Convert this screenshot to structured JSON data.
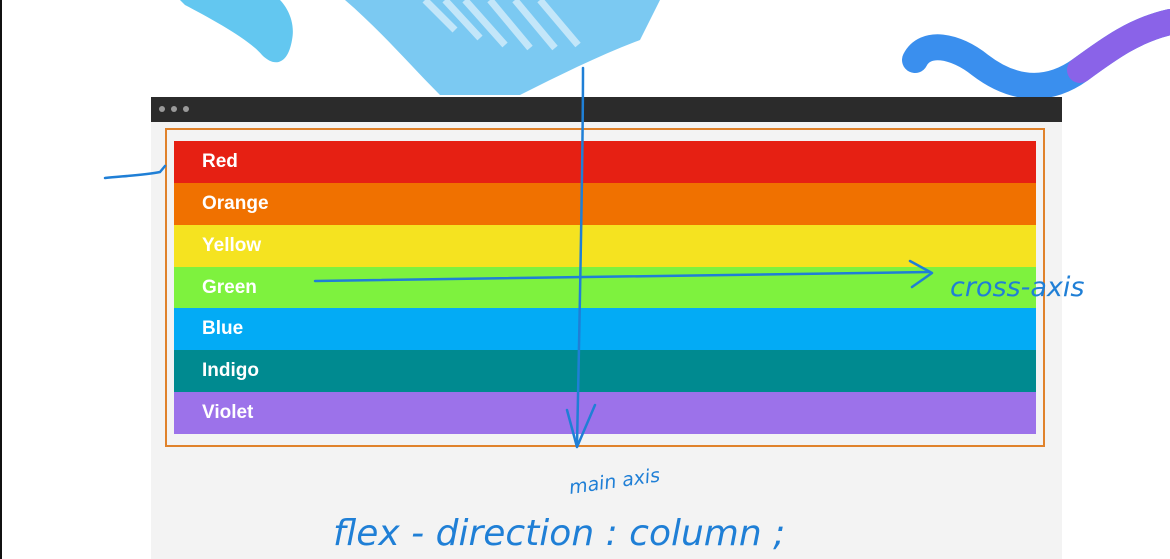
{
  "window": {
    "dots": [
      "dot",
      "dot",
      "dot"
    ]
  },
  "colors": {
    "accent_ink": "#1f7fd6",
    "container_border": "#e0822b"
  },
  "bands": [
    {
      "label": "Red",
      "color": "#e62013"
    },
    {
      "label": "Orange",
      "color": "#f07100"
    },
    {
      "label": "Yellow",
      "color": "#f5e320"
    },
    {
      "label": "Green",
      "color": "#7ef23e"
    },
    {
      "label": "Blue",
      "color": "#03abf5"
    },
    {
      "label": "Indigo",
      "color": "#008a90"
    },
    {
      "label": "Violet",
      "color": "#9c72ea"
    }
  ],
  "annotations": {
    "cross_axis": "cross-axis",
    "main_axis": "main axis",
    "code": "flex - direction : column ;"
  }
}
